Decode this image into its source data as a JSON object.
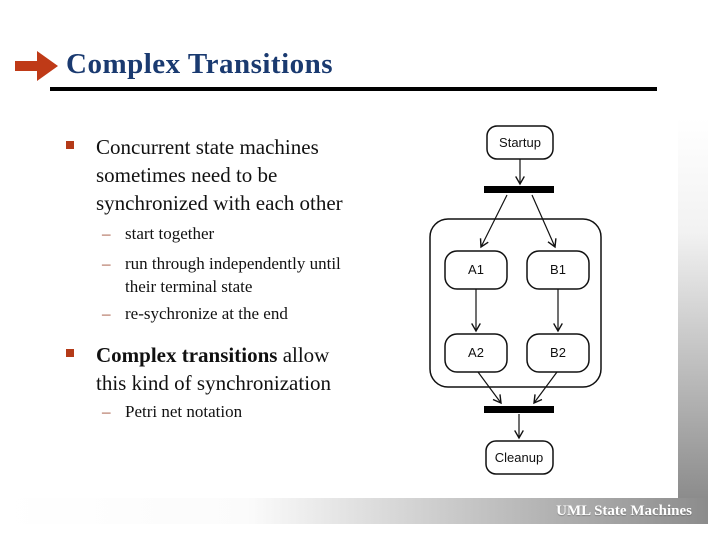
{
  "slide": {
    "title": "Complex Transitions",
    "footer": "UML State Machines"
  },
  "colors": {
    "title_text": "#1a3a70",
    "accent_arrow": "#bf3a17",
    "bullet_square": "#b43a18",
    "sub_dash": "#9d4a32",
    "underline": "#000000",
    "footer_text": "#ffffff",
    "footer_bar_gray": "#8c8c8c"
  },
  "content": {
    "dash_glyph": "–",
    "bullet1": {
      "lines": [
        "Concurrent state machines",
        "sometimes need to be",
        "synchronized with each other"
      ]
    },
    "sub1": {
      "lines": [
        "start together"
      ]
    },
    "sub2": {
      "lines": [
        "run through independently until",
        "their terminal state"
      ]
    },
    "sub3": {
      "lines": [
        "re-sychronize at the end"
      ]
    },
    "bullet2": {
      "bold": "Complex transitions",
      "rest": " allow",
      "line2": "this kind of synchronization"
    },
    "sub4": {
      "lines": [
        "Petri net notation"
      ]
    }
  },
  "diagram": {
    "type": "uml-state-machine",
    "nodes": {
      "startup": "Startup",
      "a1": "A1",
      "b1": "B1",
      "a2": "A2",
      "b2": "B2",
      "cleanup": "Cleanup"
    },
    "bars": [
      "fork",
      "join"
    ],
    "edges": [
      "startup->fork",
      "fork->a1",
      "fork->b1",
      "a1->a2",
      "b1->b2",
      "a2->join",
      "b2->join",
      "join->cleanup"
    ]
  }
}
